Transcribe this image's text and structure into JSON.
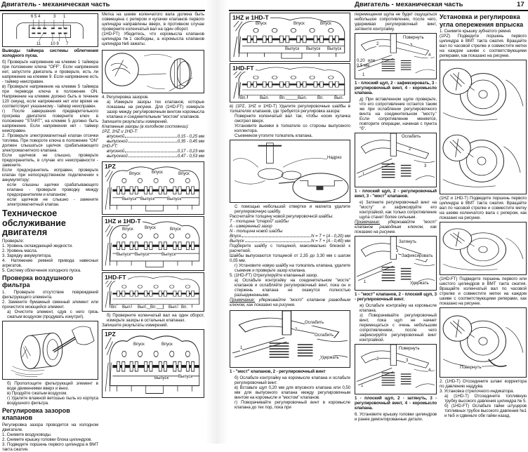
{
  "left_page": {
    "header": "Двигатель - механическая часть",
    "col1": {
      "timer_figure": {
        "pins_top": [
          "6 5 4",
          "3",
          "1"
        ],
        "pins_bottom": [
          "11",
          "10 9",
          "7"
        ]
      },
      "timer_caption": "Выводы таймера системы облегчения холодного пуска.",
      "paras1": [
        "б) Проверьте напряжение на клемме 1 таймера при положении ключа \"OFF\". Если напряжения нет, запустите двигатель и проверьте, есть ли напряжение на клемме 9. Если напряжение есть - таймер неисправен.",
        "в) Проверьте напряжение на клемме 5 таймера при переводе ключа в положение ON. Напряжение на клемме должно быть в течение 120 секунд, если напряжения нет или время не соответствует указанному - таймер неисправен.",
        "г) После завершения предварительного прогрева двигателя поверните ключ в положение \"START\", на клемме 5 должно быть напряжение. Если напряжения нет - таймер неисправен.",
        "2. Проверьте электромагнитный клапан отсечки топлива. При повороте ключа в положение \"ON\" должен слышаться щелчок срабатывающего электромагнитного клапана.",
        "Если щелчков не слышно, проверьте предохранитель, в случае его неисправности - замените.",
        "Если предохранитель исправен, проверьте клапан при непосредственном подключении к аккумулятору:"
      ],
      "paras1_indented": [
        "если слышны щелчки срабатывающего клапана - проверьте проводку между предохранителем и клапаном;",
        "если щелчков не слышно - замените электромагнитный клапан."
      ],
      "maintenance_heading": "Техническое обслуживание двигателя",
      "maintenance_list": [
        "Проверьте:",
        "1. Уровень охлаждающей жидкости.",
        "2. Уровень масла.",
        "3. Зарядку аккумулятора.",
        "4. Натяжение ремней привода навесных агрегатов.",
        "5. Систему облегчения холодного пуска."
      ],
      "air_filter_heading": "Проверка воздушного фильтра",
      "air_filter_steps": [
        "1. Проверьте отсутствие повреждений фильтрующего элемента.",
        "2. Замените бумажный сменный элемент или прочистите моющийся элемент."
      ],
      "air_filter_step_a": "а) Очистите элемент, сдув с него грязь сжатым воздухом (продувать изнутри!).",
      "air_filter_steps2": [
        "б) Прополощите фильтрующий элемент в воде движениями вверх и вниз.",
        "в) Продуйте сжатым воздухом.",
        "г) Удалите влажной ветошью пыль из корпуса воздушного фильтра."
      ],
      "valve_heading": "Регулировка зазоров клапанов",
      "valve_steps": [
        "Регулировка зазора проводится на холодном двигателе.",
        "1. Снимите воздуховоды.",
        "2. Снимите крышку головки блока цилиндров.",
        "3. Подведите поршень первого цилиндра в ВМТ такта сжатия."
      ]
    },
    "col2": {
      "paras1": [
        "Метка на шкиве коленчатого вала должна быть совмещена с репером и кулачки клапанов первого цилиндра направлены вверх, в противном случае проверните коленчатый вал на один оборот.",
        "(1HD-FT) Убедитесь, что коромысла клапанов цилиндра №1 свободны, а коромысла клапанов цилиндра №6 зажаты."
      ],
      "step4": "4. Регулировка зазоров.",
      "step4a": "а) Измерьте зазоры тех клапанов, которые показаны на рисунке. Для (1HD-FT) измерьте зазор между регулировочным винтом коромысла клапана и соединительным \"мостом\" клапанов.",
      "record": "Запишите результаты измерений.",
      "spec_title": "Клапанные зазоры (в холодном состоянии):",
      "spec_groups": [
        {
          "engines": "1PZ, 1HZ и 1HD-T:",
          "rows": [
            {
              "name": "впускной",
              "value": "0,15 - 0,25 мм"
            },
            {
              "name": "выпускной",
              "value": "0,35 - 0,45 мм"
            }
          ]
        },
        {
          "engines": "1HD-FT:",
          "rows": [
            {
              "name": "впускной",
              "value": "0,17 - 0,23 мм"
            },
            {
              "name": "выпускной",
              "value": "0,47 - 0,53 мм"
            }
          ]
        }
      ],
      "fig_1pz_a": {
        "title": "1PZ",
        "intake": "Впуск",
        "exhaust": "Выпуск"
      },
      "fig_1hz": {
        "title": "1HZ и 1HD-T",
        "intake": "Впуск",
        "exhaust": "Выпуск"
      },
      "fig_1hdft": {
        "title": "1HD-FT",
        "labels": [
          "Вп.",
          "Вып.",
          "Вып.",
          "Вп.",
          "Вып.",
          "Вп."
        ]
      },
      "step4b": "б) Проверните коленчатый вал на один оборот, измерьте зазоры в остальных клапанах.",
      "record2": "Запишите результаты измерений.",
      "fig_1pz_b": {
        "title": "1PZ",
        "intake": "Впуск",
        "exhaust": "Выпуск"
      }
    }
  },
  "right_page": {
    "header": "Двигатель - механическая часть",
    "page_number": "17",
    "col1": {
      "fig_1hz": {
        "title": "1HZ и 1HD-T",
        "intake": "Впуск",
        "exhaust": "Выпуск"
      },
      "fig_1hdft": {
        "title": "1HD-FT",
        "labels": [
          "Вп.",
          "Вып.",
          "Вп.",
          "Вып.",
          "Вп.",
          "Вып."
        ]
      },
      "step_v": "в) (1PZ, 1HZ и 1HD-T) Удалите регулировочные шайбы в толкателях клапанов, где требуется регулировка зазора:",
      "step_v_sub": [
        "Поверните коленчатый вал так, чтобы носик кулачка смотрел вверх.",
        "Установите выемки в толкателе со стороны выпускного коллектора.",
        "Съемником утопите толкатель клапана."
      ],
      "fig_notch_label": "Надрез",
      "remove_shim": "С помощью небольшой отвертки и магнита удалите регулировочную шайбу.",
      "calc_intro": "Рассчитайте толщину новой регулировочной шайбы:",
      "legend": [
        "T - толщина \"старой\" шайбы",
        "A - измеренный зазор",
        "N - толщина новой шайбы"
      ],
      "formulas": [
        {
          "name": "Впуск",
          "value": "N = T + (A - 0,20) мм"
        },
        {
          "name": "Выпуск",
          "value": "N = T + (A - 0,40) мм"
        }
      ],
      "paras2": [
        "Подберите шайбу с толщиной, максимально близкой к расчетной.",
        "Шайбы выпускаются толщиной от 2,35 до 3,30 мм с шагом 0,05 мм."
      ],
      "step_g": "г) Установите новую шайбу на толкатель клапана, удалите съемник и проверьте зазор клапана.",
      "step5": "5. (1HD-FT) Отрегулируйте клапанный зазор.",
      "step5a": "а) Ослабьте контргайку на соединительном \"мосте\" клапанов и ослабляйте регулировочный винт, пока он и стержень клапана не окажутся полностью разъединенными.",
      "note_label": "Примечание:",
      "note_text": " удерживайте \"мост\" клапанов разводным ключом, как показано на рисунке.",
      "fig_bridge": {
        "loosen1": "Ослабить",
        "loosen2": "Ослабить",
        "hold": "Удержать",
        "n1": "1",
        "n2": "2"
      },
      "fig_bridge_caption": "1 - \"мост\" клапанов, 2 - регулировочный винт",
      "paras3": [
        "б) Ослабьте контргайку на коромысле клапана и ослабьте регулировочный винт.",
        "в) Вставьте щуп 0,20 мм для впускного клапана или 0,50 мм для выпускного клапана между регулировочным винтом на коромысле и \"мостом\" клапанов.",
        "г) Поворачивайте регулировочный винт в коромысле клапана до тех пор, пока при"
      ]
    },
    "col2": {
      "para1": "перемещении щупа не будет ощущаться небольшое сопротивление, после чего, удерживая регулировочный винт, затяните контргайку.",
      "fig1": {
        "turn": "Повернуть",
        "gauge": "0,20 или 0,5 мм",
        "n1": "1",
        "n2": "2",
        "n3": "3",
        "n4": "4"
      },
      "fig1_caption": "1 - плоский щуп, 2 - зафиксировать, 3 - регулировочный винт, 4 - коромысло клапана.",
      "step_d": "д) При вставленном щупе проверьте, что его сопротивление остается таким же при ослаблении регулировочного винта на соединительном \"мосту.\" Если сопротивление меняется, повторите операции, начиная с пункта \"б\".",
      "fig2": {
        "loosen": "Ослабить",
        "n1": "1",
        "n2": "2",
        "n3": "3"
      },
      "fig2_caption": "1 - плоский щуп, 2 - регулировочный винт, 3 - \"мост\" клапанов.",
      "step_e": "е) Затяните регулировочный винт на \"мосту\" и зафиксируйте его контргайкой, как только сопротивление щупа станет более сильным.",
      "note_label": "Примечание:",
      "note_text": " удерживайте \"мост\" клапанов разводным ключом, как показано на рисунке.",
      "fig3": {
        "tighten": "Затянуть",
        "fix": "Зафиксировать",
        "hold": "Удержать",
        "n1": "1",
        "n2": "2",
        "n3": "3"
      },
      "fig3_caption": "1 - \"мост\" клапанов, 2 - плоский щуп, 3 - регулировочный винт.",
      "step_zh": "ж) Ослабьте контргайку на коромысле клапана.",
      "step_z": "з) Поворачивайте регулировочный винт, пока щуп не начнет перемещаться с очень небольшим сопротивлением, после чего зафиксируйте регулировочный винт контргайкой.",
      "fig4": {
        "turn": "Повернуть",
        "n1": "1",
        "n2": "2",
        "n3": "3",
        "n4": "4"
      },
      "fig4_caption": "1 - плоский щуп, 2 - затянуть, 3 - регулировочный винт, 4 - коромысло клапана.",
      "step6": "6. Установите крышку головки цилиндров и ранее демонтированные детали."
    },
    "col3": {
      "heading": "Установка и регулировка угла опережения впрыска",
      "paras1": [
        "1. Снимите крышку зубчатого ремня.",
        "(1PZ) Подведите поршень первого цилиндра в ВМТ такта сжатия. Вращайте вал по часовой стрелке и совместите метки на каждом шкиве с соответствующими реперами, как показано на рисунке."
      ],
      "para_1hz": "(1HZ и 1HD-T) Подведите поршень первого цилиндра в ВМТ такта сжатия. Вращайте вал по часовой стрелке и совместите метку на шкиве коленчатого вала с репером, как показано на рисунке.",
      "para_1hdft": "(1HD-FT) Подведите поршень первого или шестого цилиндров в ВМТ такта сжатия. Вращайте коленчатый вал по часовой стрелке и совместите метки на каждом шкиве с соответствующими реперами, как показано на рисунке.",
      "fig3_turn": "Повернуть",
      "paras2": [
        "2. (1HD-T) Отсоедините шланг корректора по давлению наддува.",
        "3. Установка стрелочного индикатора."
      ],
      "paras2_indented": [
        "а) (1HD-T) Отсоедините топливную трубку высокого давления цилиндра № 5.",
        "б) (1HD-FT) Ослабьте гайки штуцеров топливных трубок высокого давления №1 и №5 и сдвиньте обе гайки назад."
      ]
    }
  }
}
